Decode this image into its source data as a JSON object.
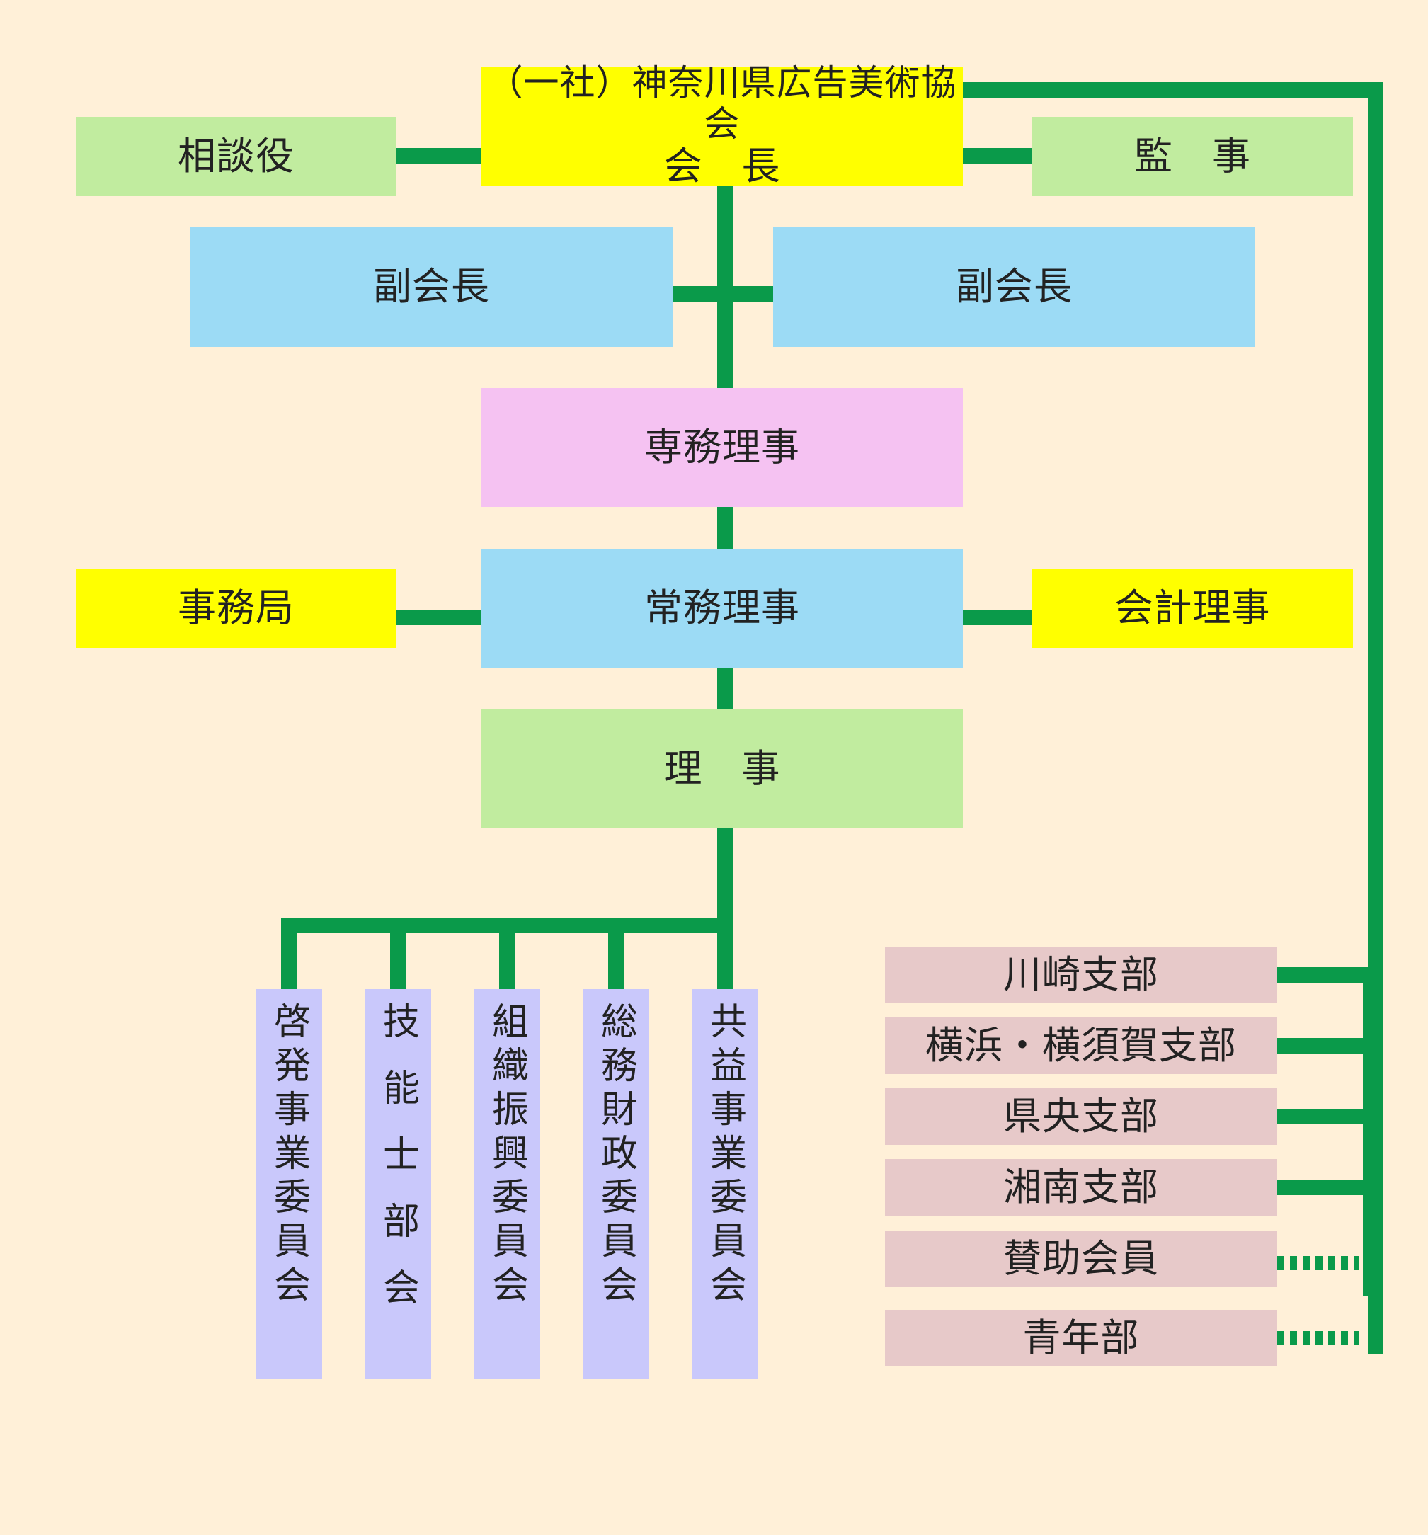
{
  "org": {
    "president": {
      "line1": "（一社）神奈川県広告美術協会",
      "line2": "会　長"
    },
    "advisor": "相談役",
    "auditor": "監　事",
    "vice_presidents": [
      "副会長",
      "副会長"
    ],
    "senior_director": "専務理事",
    "managing_director": "常務理事",
    "secretariat": "事務局",
    "accounting_director": "会計理事",
    "directors": "理　事",
    "committees": [
      "啓発事業委員会",
      "技能士部会",
      "組織振興委員会",
      "総務財政委員会",
      "共益事業委員会"
    ],
    "branches": [
      "川崎支部",
      "横浜・横須賀支部",
      "県央支部",
      "湘南支部",
      "賛助会員",
      "青年部"
    ]
  },
  "colors": {
    "background": "#fff0d8",
    "line": "#0a9a4a",
    "president": "#ffff00",
    "advisor": "#c1ec9f",
    "vice_president": "#9cdbf5",
    "senior_director": "#f5c2f2",
    "committee": "#c9c8fb",
    "branch": "#e7c9c9"
  }
}
